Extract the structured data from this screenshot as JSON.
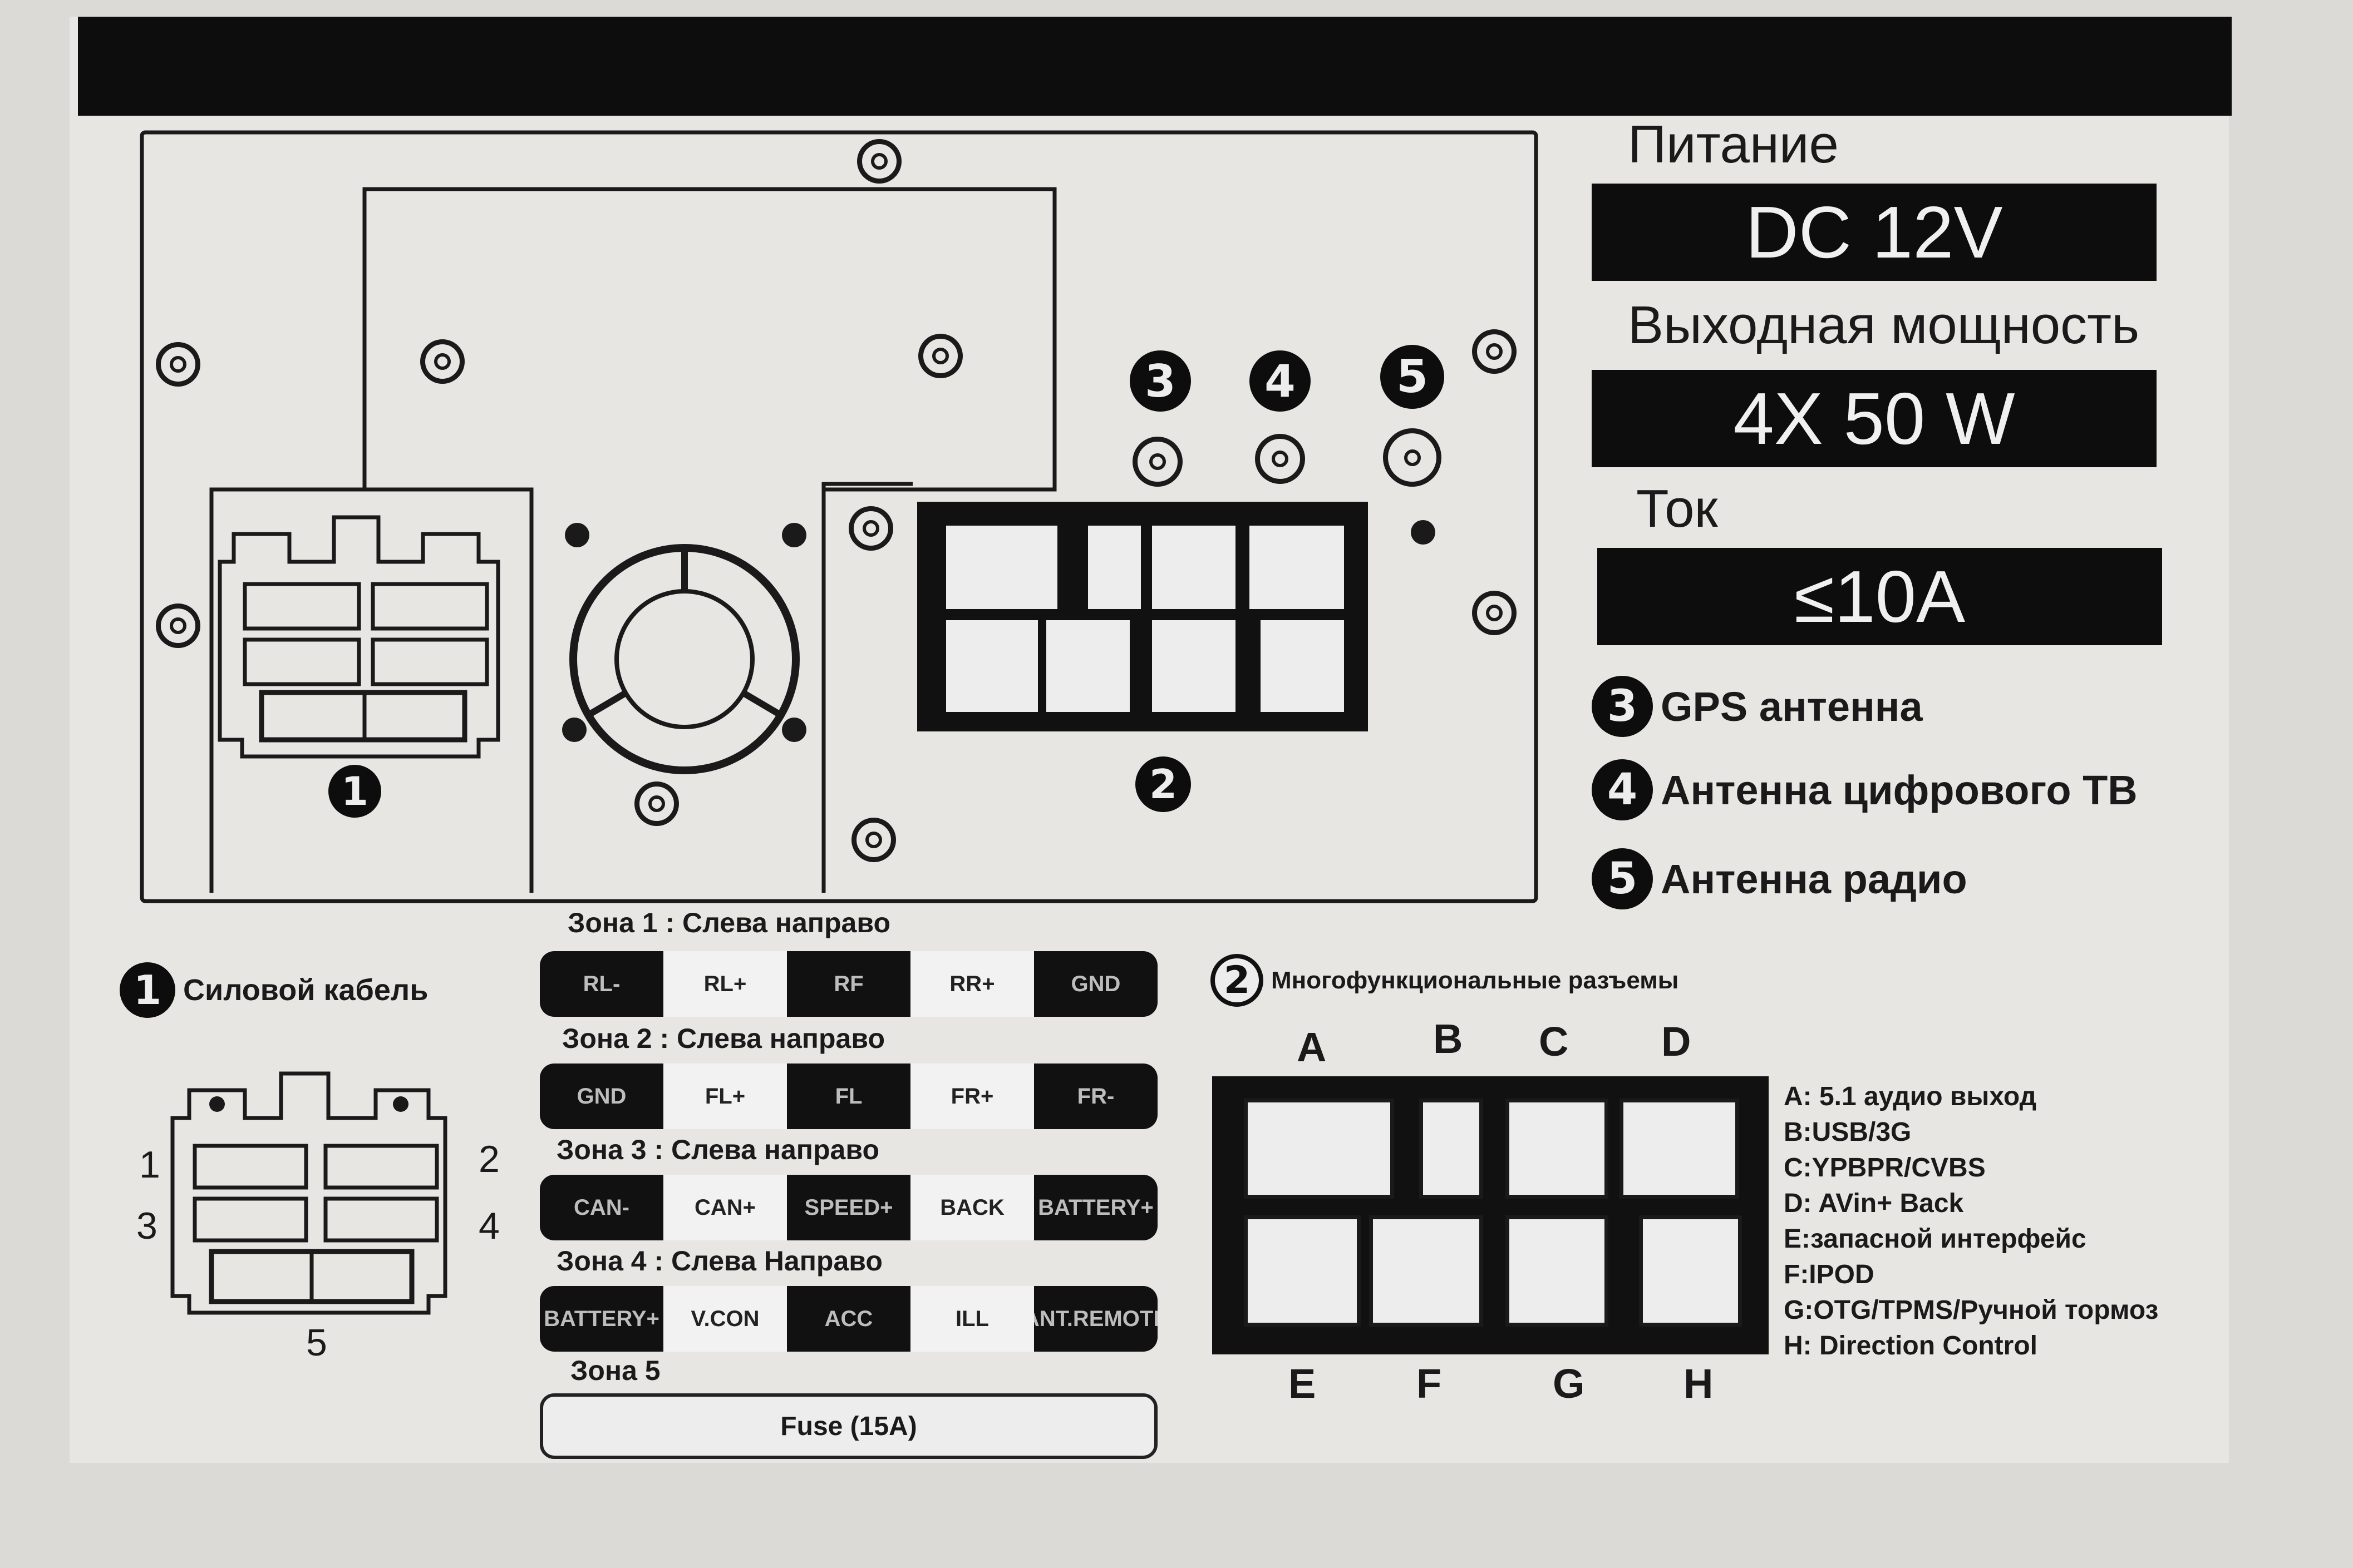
{
  "specs": {
    "power_label": "Питание",
    "power_value": "DC 12V",
    "output_label": "Выходная мощность",
    "output_value": "4X 50 W",
    "current_label": "Ток",
    "current_value": "≤10A"
  },
  "markers": {
    "m1": "1",
    "m2": "2",
    "m3": "3",
    "m4": "4",
    "m5": "5"
  },
  "legend": {
    "gps": "GPS антенна",
    "dtv": "Антенна цифрового ТВ",
    "radio": "Антенна радио"
  },
  "power_cable": {
    "title": "Силовой кабель",
    "pin_numbers": [
      "1",
      "2",
      "3",
      "4",
      "5"
    ]
  },
  "zones": [
    {
      "title": "Зона 1 : Слева направо",
      "cells": [
        "RL-",
        "RL+",
        "RF",
        "RR+",
        "GND"
      ]
    },
    {
      "title": "Зона 2 : Слева направо",
      "cells": [
        "GND",
        "FL+",
        "FL",
        "FR+",
        "FR-"
      ]
    },
    {
      "title": "Зона 3 : Слева направо",
      "cells": [
        "CAN-",
        "CAN+",
        "SPEED+",
        "BACK",
        "BATTERY+"
      ]
    },
    {
      "title": "Зона 4 : Слева Направо",
      "cells": [
        "BATTERY+",
        "V.CON",
        "ACC",
        "ILL",
        "ANT.REMOTE"
      ]
    },
    {
      "title": "Зона 5",
      "cells": [
        "Fuse (15A)"
      ]
    }
  ],
  "multi": {
    "title": "Многофункциональные разъемы",
    "top_letters": [
      "A",
      "B",
      "C",
      "D"
    ],
    "bottom_letters": [
      "E",
      "F",
      "G",
      "H"
    ],
    "descriptions": [
      "A: 5.1 аудио выход",
      "B:USB/3G",
      "C:YPBPR/CVBS",
      "D: AVin+ Back",
      "E:запасной интерфейс",
      "F:IPOD",
      "G:OTG/TPMS/Ручной тормоз",
      "H: Direction Control"
    ]
  }
}
